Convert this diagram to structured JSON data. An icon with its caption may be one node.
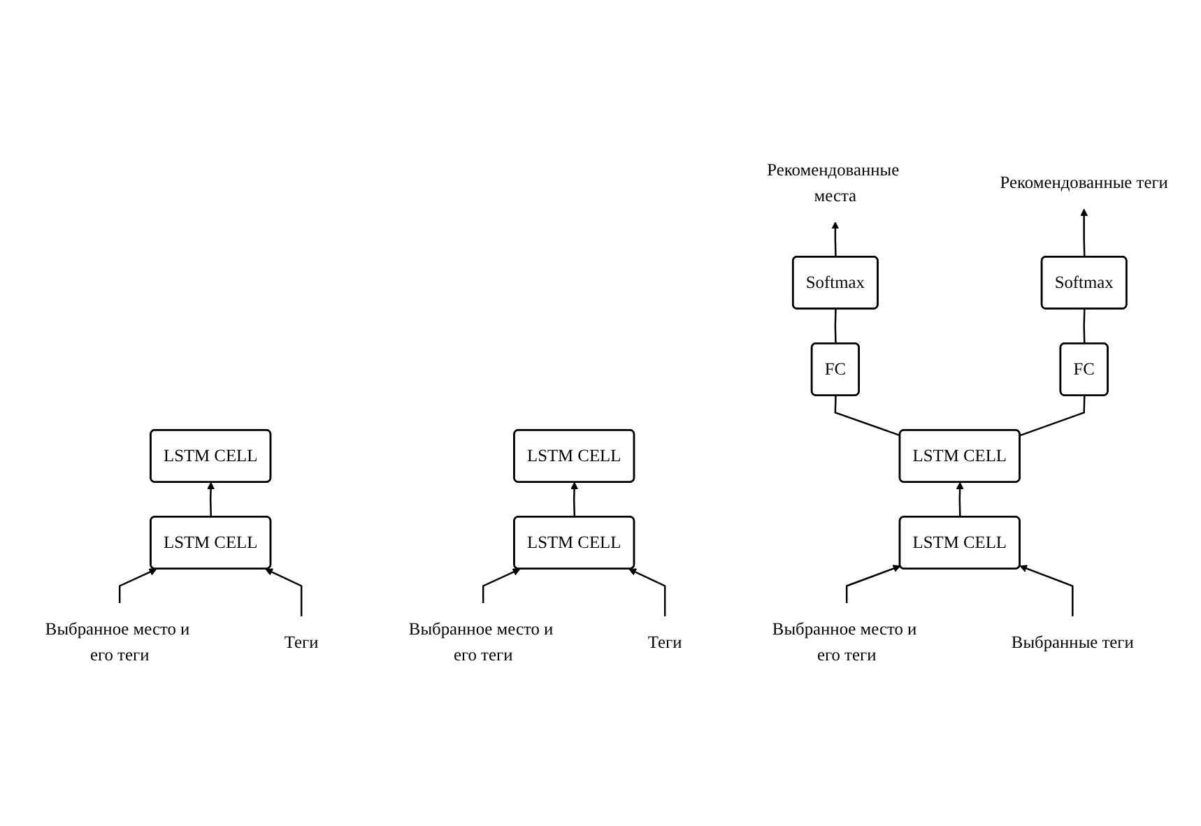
{
  "diagram": {
    "nodes": [
      {
        "text": [
          "Рекомендованные места"
        ]
      },
      {
        "text": [
          "Рекомендованные теги"
        ]
      },
      {
        "text": [
          "Softmax"
        ]
      },
      {
        "text": [
          "Softmax"
        ]
      },
      {
        "text": [
          "FC"
        ]
      },
      {
        "text": [
          "FC"
        ]
      },
      {
        "text": [
          "LSTM CELL"
        ]
      },
      {
        "text": [
          "LSTM CELL"
        ]
      },
      {
        "text": [
          "LSTM CELL"
        ]
      },
      {
        "text": [
          "LSTM CELL"
        ]
      },
      {
        "text": [
          "LSTM CELL"
        ]
      },
      {
        "text": [
          "LSTM CELL"
        ]
      },
      {
        "text": [
          "Выбранное место и его теги"
        ]
      },
      {
        "text": [
          "Теги"
        ]
      },
      {
        "text": [
          "Выбранное место и его теги"
        ]
      },
      {
        "text": [
          "Теги"
        ]
      },
      {
        "text": [
          "Выбранное место и его теги"
        ]
      },
      {
        "text": [
          "Выбранные теги"
        ]
      }
    ],
    "edges": [
      {
        "from": 2,
        "to": 0,
        "arrow": "to"
      },
      {
        "from": 3,
        "to": 1,
        "arrow": "to"
      },
      {
        "from": 4,
        "to": 2,
        "arrow": "none"
      },
      {
        "from": 5,
        "to": 3,
        "arrow": "none"
      },
      {
        "from": 8,
        "to": 4,
        "arrow": "none"
      },
      {
        "from": 8,
        "to": 5,
        "arrow": "none"
      },
      {
        "from": 9,
        "to": 6,
        "arrow": "to"
      },
      {
        "from": 10,
        "to": 7,
        "arrow": "to"
      },
      {
        "from": 11,
        "to": 8,
        "arrow": "to"
      },
      {
        "from": 12,
        "to": 9,
        "arrow": "to"
      },
      {
        "from": 13,
        "to": 9,
        "arrow": "to"
      },
      {
        "from": 14,
        "to": 10,
        "arrow": "to"
      },
      {
        "from": 15,
        "to": 10,
        "arrow": "to"
      },
      {
        "from": 16,
        "to": 11,
        "arrow": "to"
      },
      {
        "from": 17,
        "to": 11,
        "arrow": "to"
      }
    ]
  }
}
